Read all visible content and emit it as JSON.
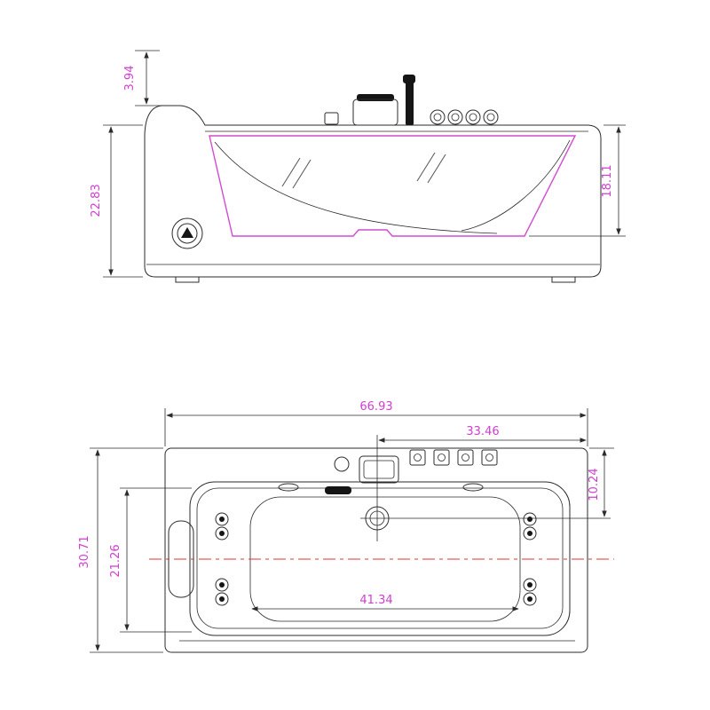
{
  "front_view": {
    "dim_deck_height": "3.94",
    "dim_overall_height": "22.83",
    "dim_inner_depth": "18.11"
  },
  "plan_view": {
    "dim_overall_length": "66.93",
    "dim_center_to_end": "33.46",
    "dim_drain_offset": "10.24",
    "dim_overall_width": "30.71",
    "dim_inner_width": "21.26",
    "dim_inner_length": "41.34"
  },
  "colors": {
    "dimension_text": "#cf3ecf",
    "accent_outline": "#d24bd2",
    "centerline": "#e33333",
    "line": "#2b2b2b",
    "background": "#ffffff"
  }
}
